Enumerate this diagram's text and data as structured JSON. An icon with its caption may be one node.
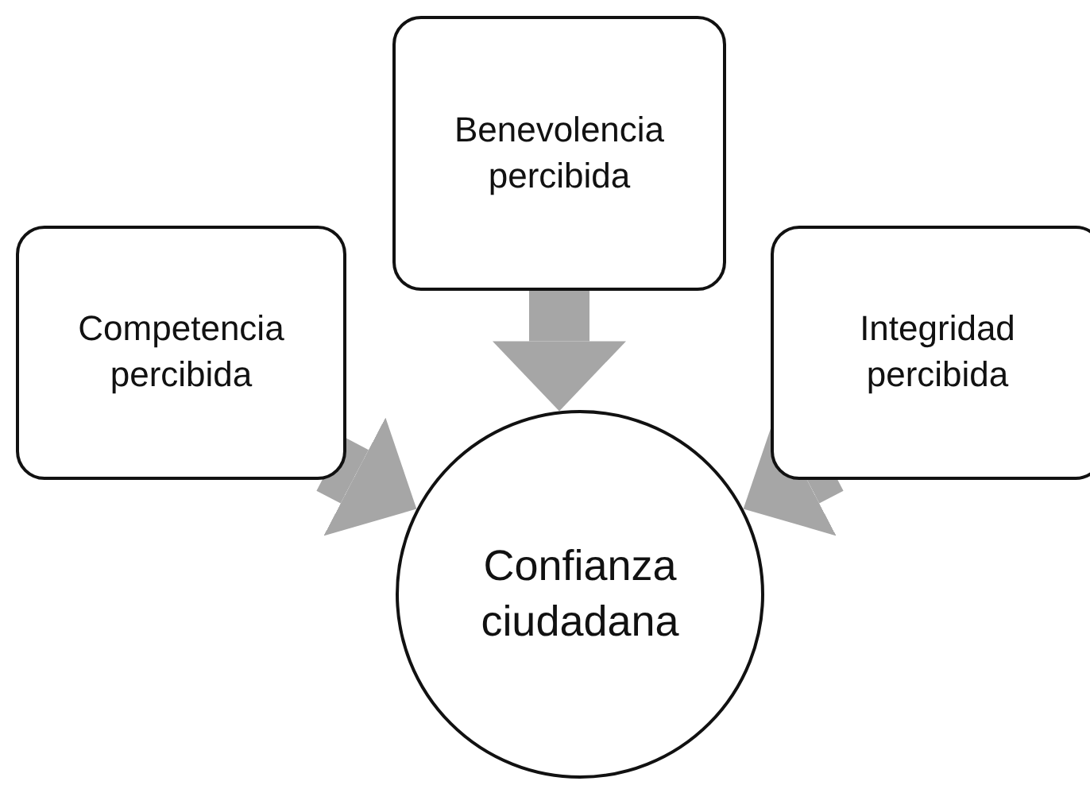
{
  "diagram": {
    "nodes": [
      {
        "text": [
          "Competencia percibida"
        ]
      },
      {
        "text": [
          "Benevolencia percibida"
        ]
      },
      {
        "text": [
          "Integridad percibida"
        ]
      },
      {
        "text": [
          "Confianza ciudadana"
        ]
      }
    ],
    "edges": [
      {
        "from": 0,
        "to": 3,
        "arrow": "to"
      },
      {
        "from": 1,
        "to": 3,
        "arrow": "to"
      },
      {
        "from": 2,
        "to": 3,
        "arrow": "to"
      }
    ]
  }
}
